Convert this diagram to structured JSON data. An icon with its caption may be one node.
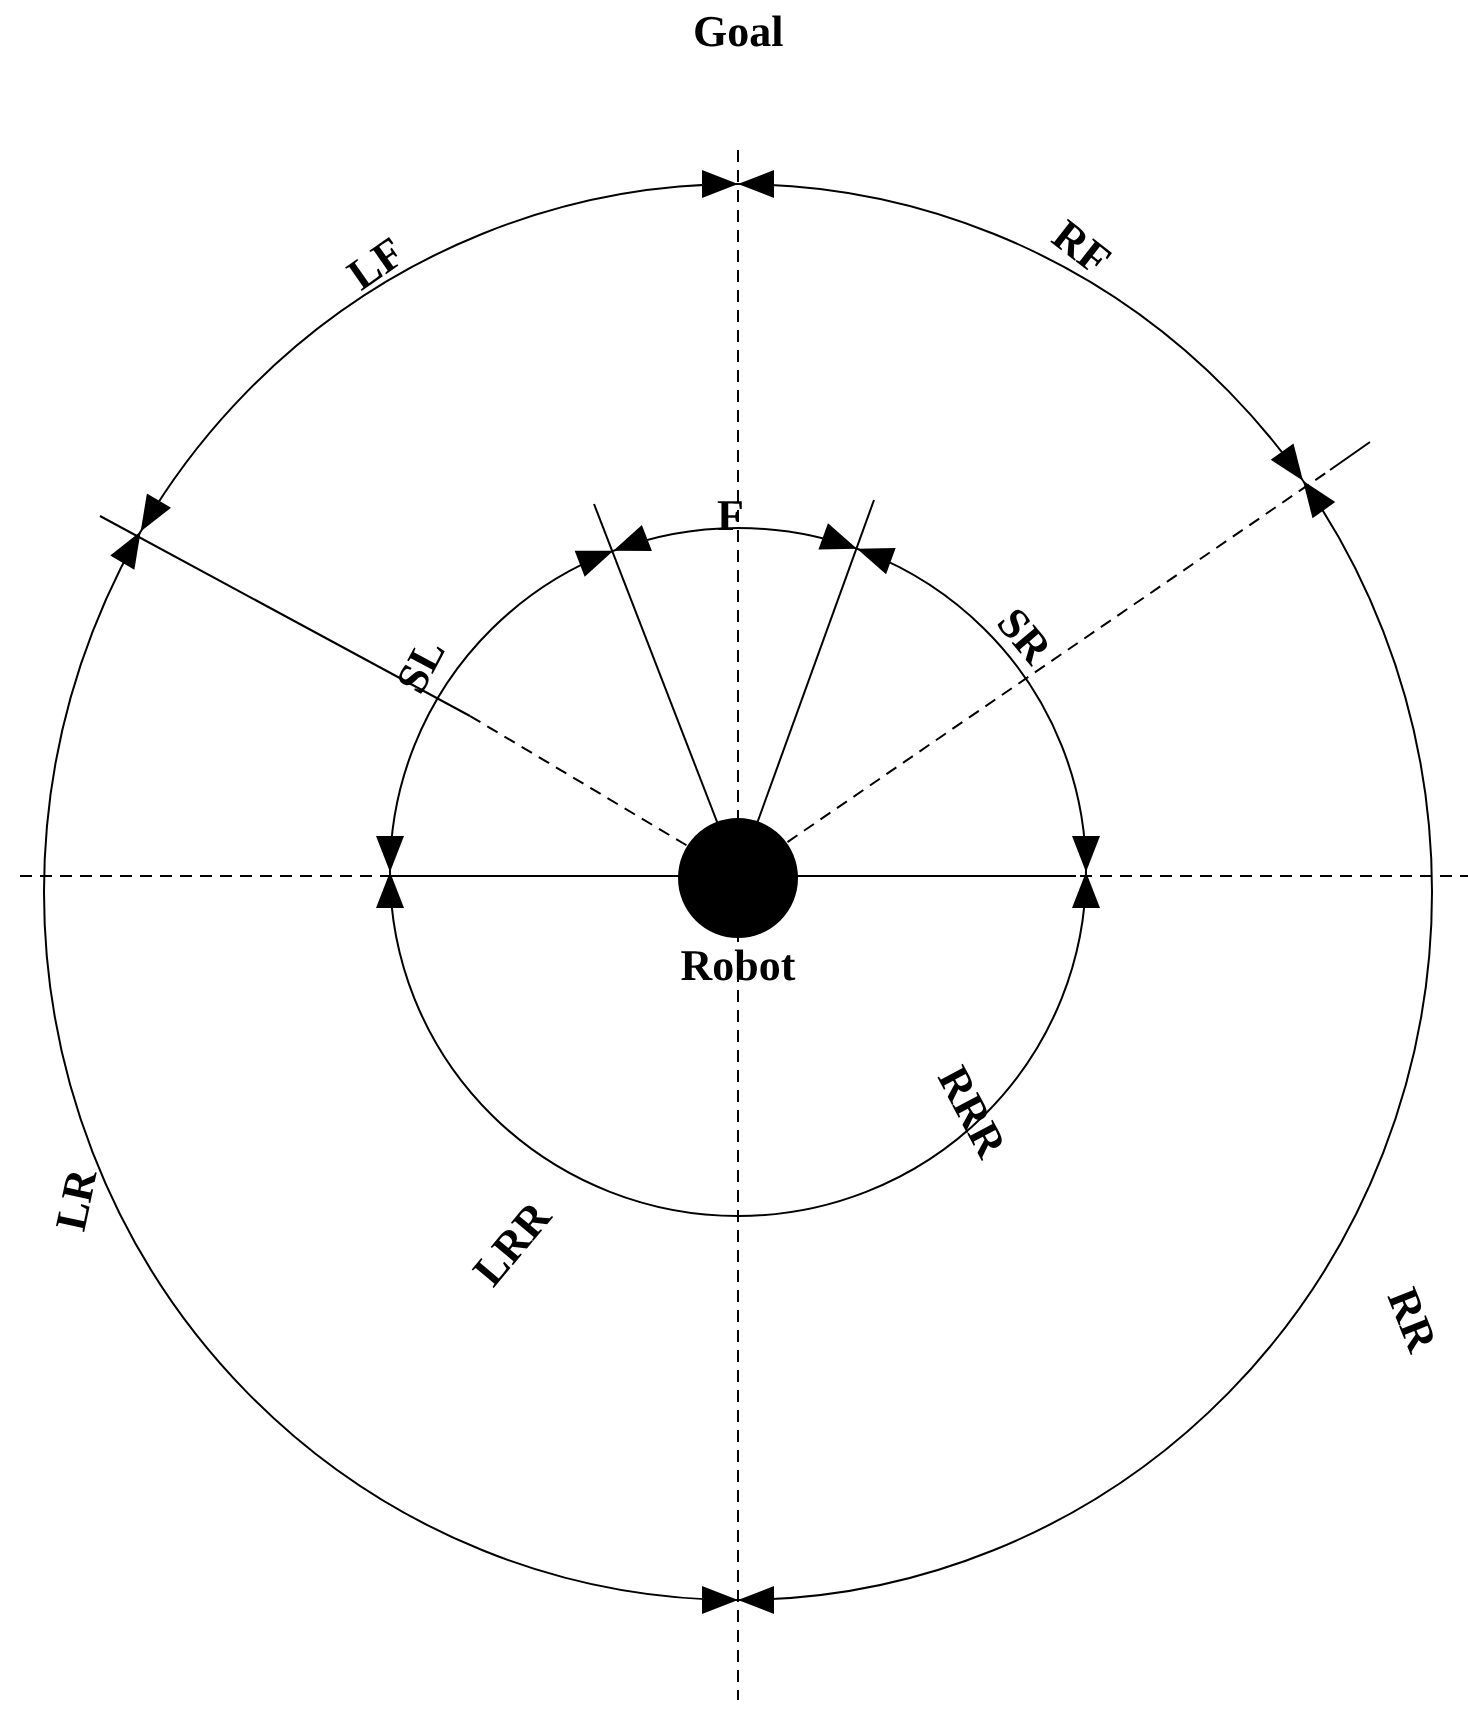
{
  "diagram": {
    "nodes": [
      {
        "text": [
          "Robot"
        ]
      }
    ],
    "labels": [
      "Goal",
      "LF",
      "RF",
      "F",
      "SL",
      "SR",
      "LR",
      "RR",
      "LRR",
      "RRR"
    ]
  }
}
